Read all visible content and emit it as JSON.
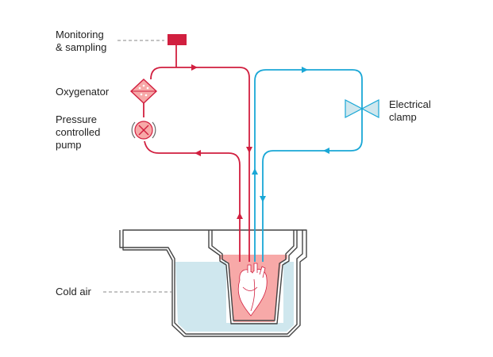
{
  "labels": {
    "monitoring": "Monitoring\n& sampling",
    "oxygenator": "Oxygenator",
    "pump": "Pressure\ncontrolled\npump",
    "clamp": "Electrical\nclamp",
    "cold_air": "Cold air"
  },
  "colors": {
    "red_line": "#d11f3f",
    "blue_line": "#1aa7d6",
    "red_fill": "#f7a9a8",
    "blue_fill": "#cfe7ee",
    "outline": "#444444",
    "leader": "#888888",
    "text": "#222222"
  },
  "icons": {
    "monitor": "red-square",
    "oxygenator": "diamond-filter",
    "pump": "circle-cross",
    "clamp": "bowtie-valve",
    "organ": "heart"
  }
}
